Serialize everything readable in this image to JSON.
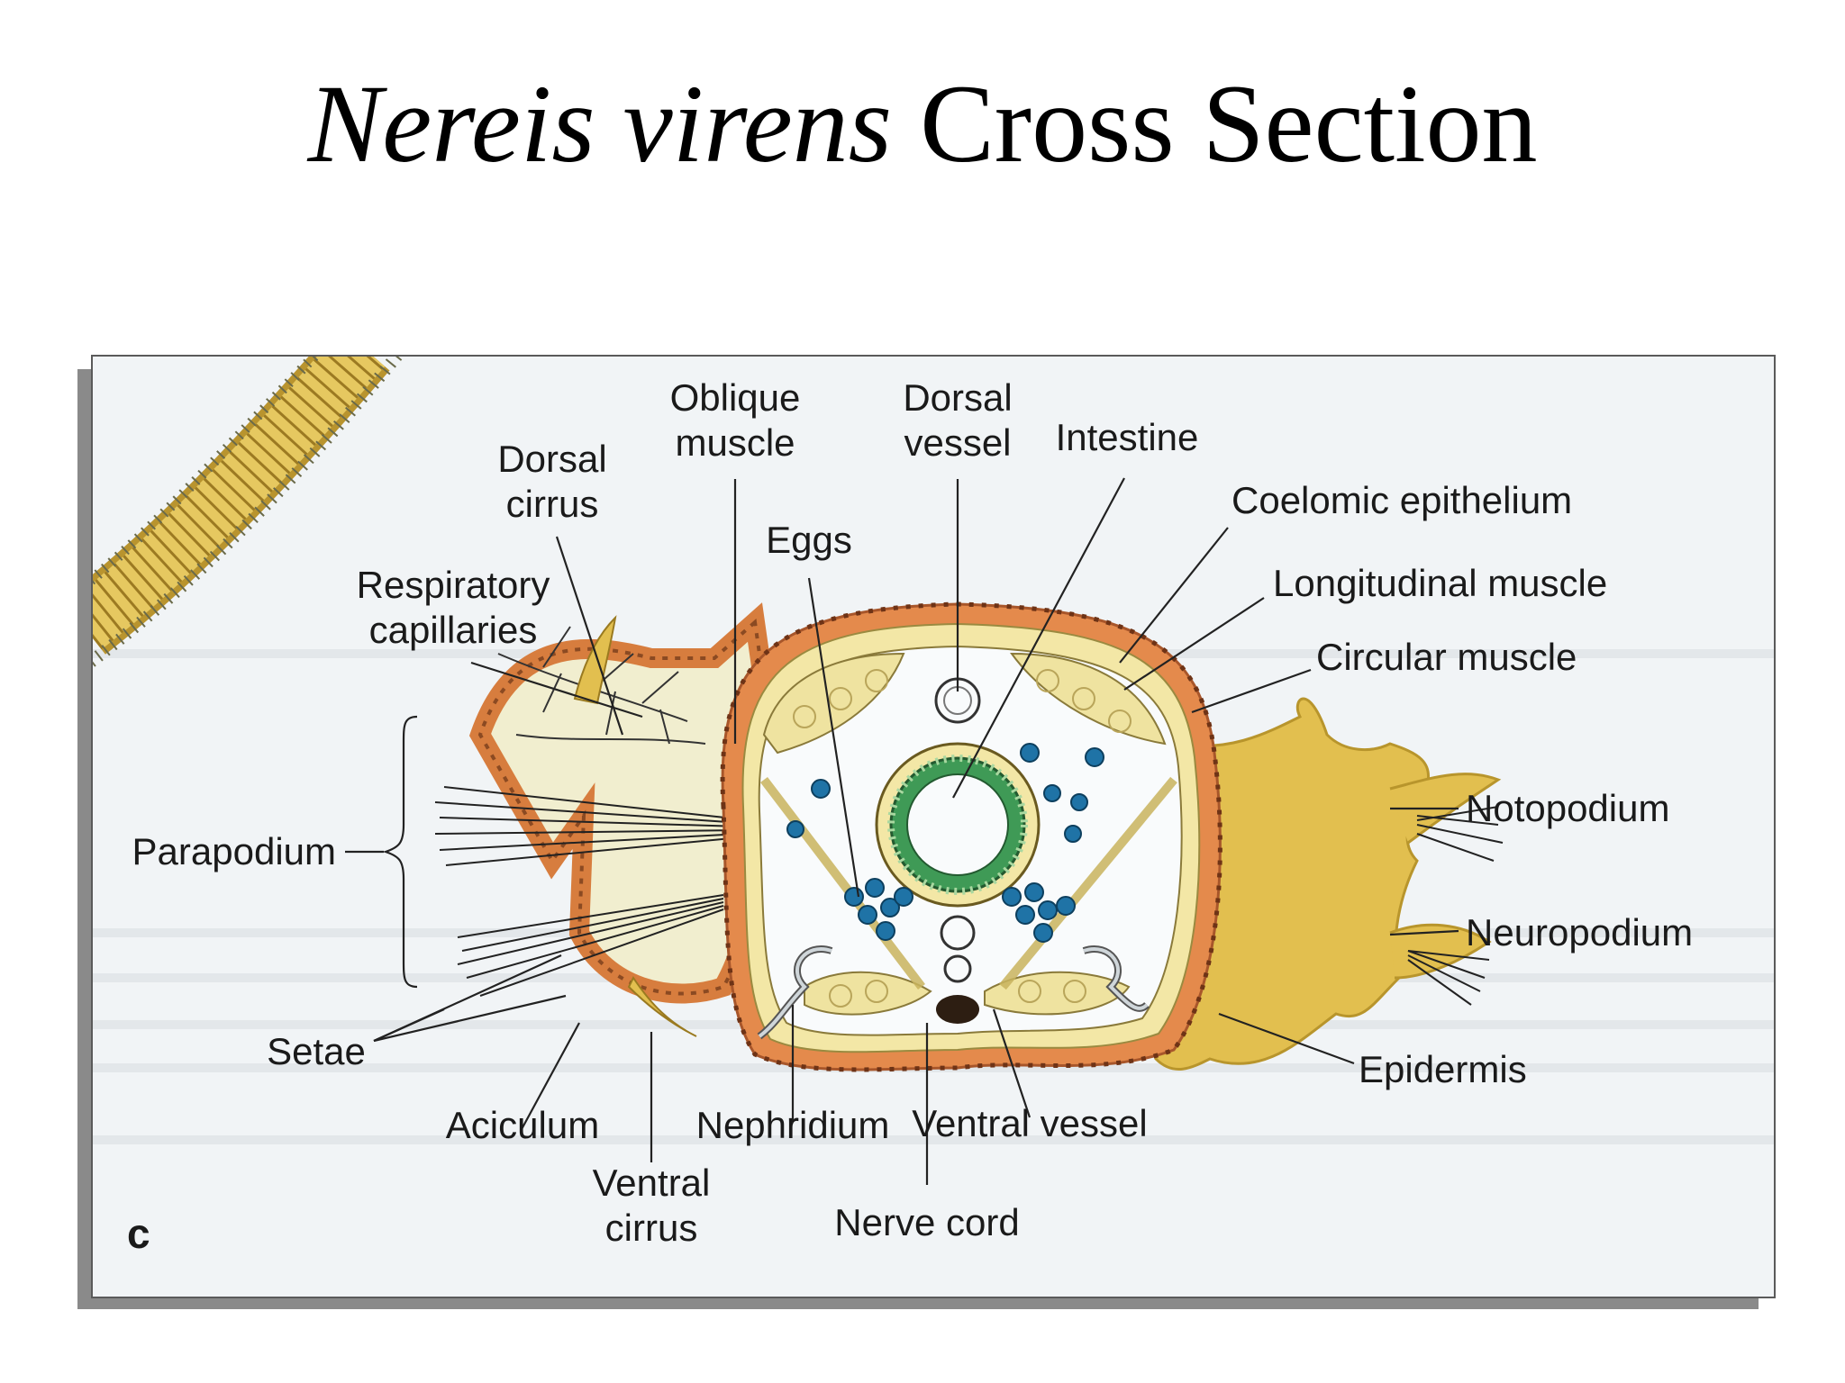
{
  "title": {
    "italic": "Nereis virens",
    "rest": "Cross Section"
  },
  "panel_letter": "c",
  "labels": {
    "oblique_muscle": [
      "Oblique",
      "muscle"
    ],
    "dorsal_vessel": [
      "Dorsal",
      "vessel"
    ],
    "intestine": "Intestine",
    "dorsal_cirrus": [
      "Dorsal",
      "cirrus"
    ],
    "coelomic_epithelium": "Coelomic epithelium",
    "eggs": "Eggs",
    "respiratory_capillaries": [
      "Respiratory",
      "capillaries"
    ],
    "longitudinal_muscle": "Longitudinal muscle",
    "circular_muscle": "Circular muscle",
    "notopodium": "Notopodium",
    "parapodium": "Parapodium",
    "neuropodium": "Neuropodium",
    "setae": "Setae",
    "epidermis": "Epidermis",
    "aciculum": "Aciculum",
    "nephridium": "Nephridium",
    "ventral_vessel": "Ventral vessel",
    "ventral_cirrus": [
      "Ventral",
      "cirrus"
    ],
    "nerve_cord": "Nerve cord"
  },
  "colors": {
    "epidermis": "#e48a4c",
    "muscle": "#f3e7a6",
    "parapodium": "#e2bf4f",
    "intestine": "#3f9a56",
    "eggs": "#1f73a6"
  }
}
